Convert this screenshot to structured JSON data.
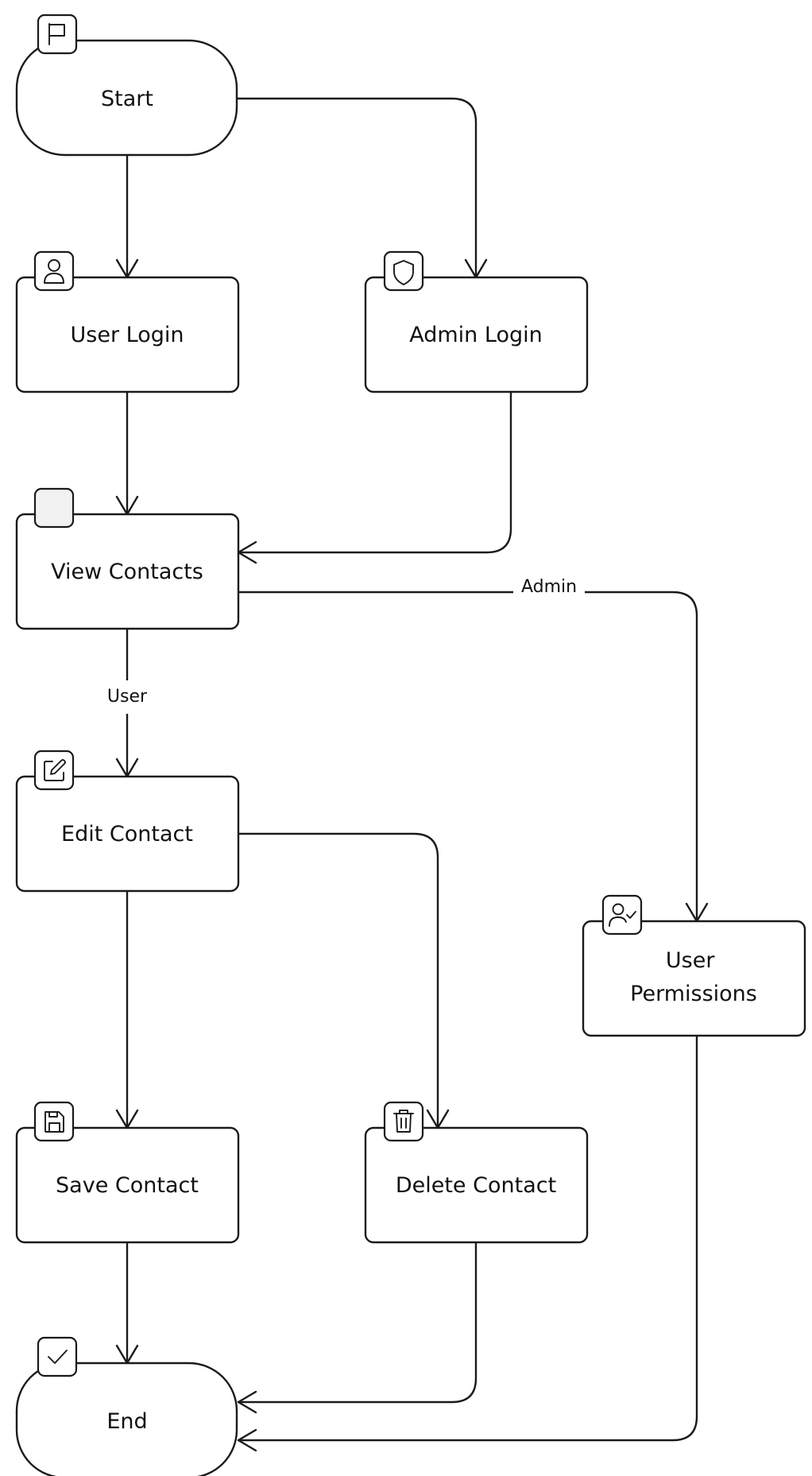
{
  "nodes": {
    "start": {
      "label": "Start",
      "icon": "flag-icon"
    },
    "user_login": {
      "label": "User Login",
      "icon": "user-icon"
    },
    "admin_login": {
      "label": "Admin Login",
      "icon": "shield-icon"
    },
    "view_contacts": {
      "label": "View Contacts",
      "icon": ""
    },
    "edit_contact": {
      "label": "Edit Contact",
      "icon": "edit-icon"
    },
    "user_permissions": {
      "label_line1": "User",
      "label_line2": "Permissions",
      "icon": "user-check-icon"
    },
    "save_contact": {
      "label": "Save Contact",
      "icon": "save-icon"
    },
    "delete_contact": {
      "label": "Delete Contact",
      "icon": "trash-icon"
    },
    "end": {
      "label": "End",
      "icon": "check-icon"
    }
  },
  "edges": {
    "view_to_permissions": {
      "label": "Admin"
    },
    "view_to_edit": {
      "label": "User"
    }
  },
  "colors": {
    "stroke": "#1a1a1a",
    "background": "#ffffff",
    "text": "#111111"
  }
}
